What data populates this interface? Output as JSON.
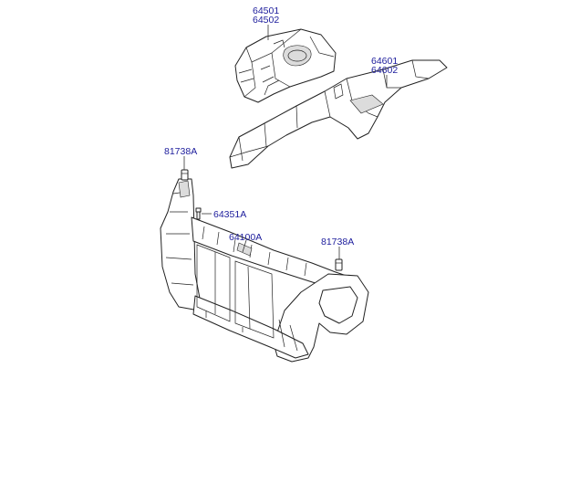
{
  "labels": {
    "apron_upper_1": "64501",
    "apron_upper_2": "64502",
    "side_member_1": "64601",
    "side_member_2": "64602",
    "clip_left": "81738A",
    "bolt": "64351A",
    "carrier": "64100A",
    "clip_right": "81738A"
  }
}
